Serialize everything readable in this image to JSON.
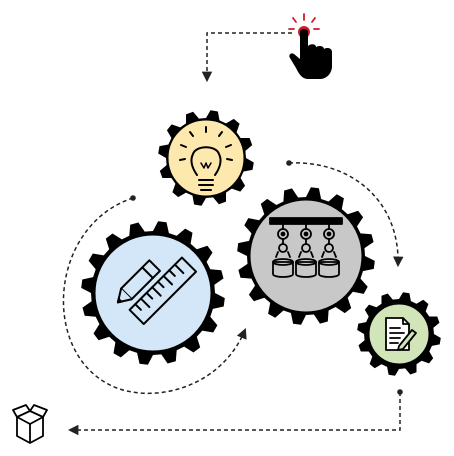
{
  "diagram": {
    "stages": [
      {
        "id": "idea",
        "icon": "lightbulb-icon",
        "fill": "#fde8ad"
      },
      {
        "id": "design",
        "icon": "pencil-ruler-icon",
        "fill": "#d3e7f8"
      },
      {
        "id": "manufacturing",
        "icon": "robot-arms-icon",
        "fill": "#c8c8c8"
      },
      {
        "id": "documentation",
        "icon": "document-pen-icon",
        "fill": "#d2e5b8"
      }
    ],
    "start": {
      "icon": "click-hand-icon",
      "accent": "#d11a2a"
    },
    "end": {
      "icon": "open-box-icon"
    },
    "colors": {
      "gear": "#000000",
      "line": "#222222",
      "background": "#ffffff"
    }
  }
}
